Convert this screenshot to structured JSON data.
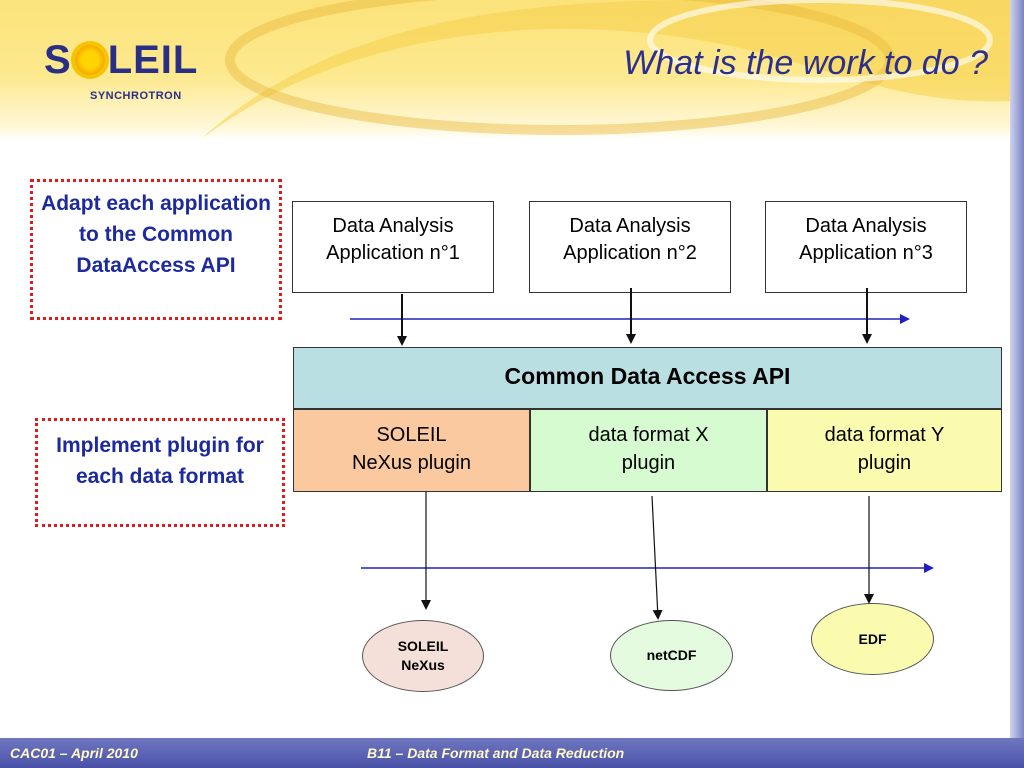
{
  "header": {
    "logo_pre": "S",
    "logo_post": "LEIL",
    "logo_sub": "SYNCHROTRON",
    "title": "What is the work to do ?"
  },
  "notes": {
    "adapt": "Adapt each application to the Common DataAccess API",
    "implement": "Implement plugin for each data format"
  },
  "apps": [
    {
      "line1": "Data Analysis",
      "line2": "Application n°1"
    },
    {
      "line1": "Data Analysis",
      "line2": "Application n°2"
    },
    {
      "line1": "Data Analysis",
      "line2": "Application n°3"
    }
  ],
  "api": {
    "label": "Common Data Access API"
  },
  "plugins": [
    {
      "line1": "SOLEIL",
      "line2": "NeXus plugin",
      "color": "#fbc9a0"
    },
    {
      "line1": "data format X",
      "line2": "plugin",
      "color": "#d6fbd0"
    },
    {
      "line1": "data format Y",
      "line2": "plugin",
      "color": "#fbfbb0"
    }
  ],
  "formats": [
    {
      "line1": "SOLEIL",
      "line2": "NeXus",
      "color": "#f4e0d8"
    },
    {
      "line1": "netCDF",
      "line2": "",
      "color": "#e4fbe0"
    },
    {
      "line1": "EDF",
      "line2": "",
      "color": "#fbfbb0"
    }
  ],
  "footer": {
    "left": "CAC01 – April 2010",
    "center": "B11 – Data Format and Data Reduction"
  },
  "colors": {
    "accent": "#2b2f8d",
    "note_border": "#e01b1b",
    "api_bar": "#b9dfe3"
  }
}
